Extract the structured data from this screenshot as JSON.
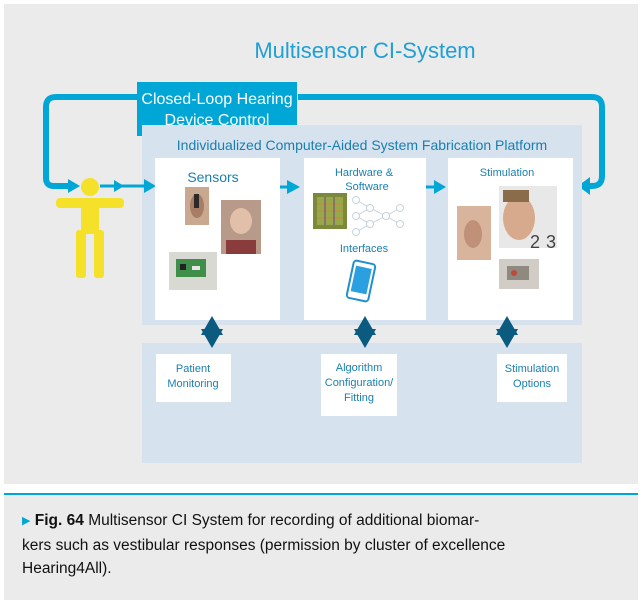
{
  "diagram": {
    "title": "Multisensor CI-System",
    "control_box": [
      "Closed-Loop Hearing",
      "Device Control"
    ],
    "platform_label": "Individualized Computer-Aided System Fabrication Platform",
    "modules": {
      "sensors": "Sensors",
      "hardware": [
        "Hardware &",
        "Software"
      ],
      "interfaces": "Interfaces",
      "stimulation": "Stimulation"
    },
    "stimulation_image_numbers": [
      "2",
      "3"
    ],
    "bottom_boxes": {
      "patient": [
        "Patient",
        "Monitoring"
      ],
      "algorithm": [
        "Algorithm",
        "Configuration/",
        "Fitting"
      ],
      "options": [
        "Stimulation",
        "Options"
      ]
    },
    "colors": {
      "accent": "#00a6d6",
      "star": "#0b5a80",
      "figure": "#f5e12a",
      "platform": "#d6e2ee"
    }
  },
  "caption": {
    "marker": "▶",
    "fig_label": "Fig. 64",
    "line1": "Multisensor CI System for recording of additional biomar-",
    "line2": "kers such as vestibular responses (permission by cluster of excellence",
    "line3": "Hearing4All)."
  }
}
